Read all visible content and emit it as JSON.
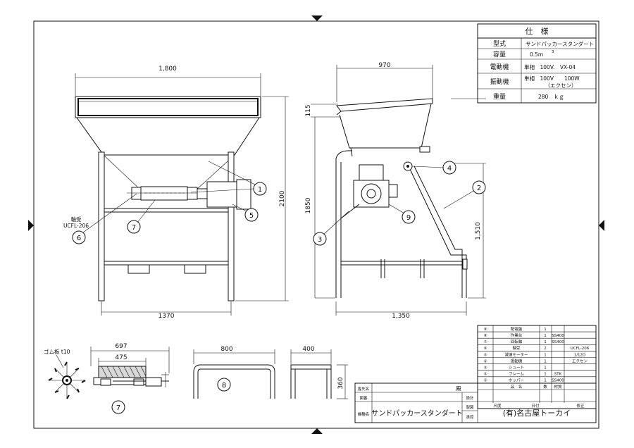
{
  "spec": {
    "heading": "仕　様",
    "rows": [
      {
        "label": "型式",
        "value": "サンドパッカースタンダート"
      },
      {
        "label": "容量",
        "value": "0.5m",
        "sup": "3"
      },
      {
        "label": "電動機",
        "value": "単相　100V.　VX-04"
      },
      {
        "label": "振動機",
        "value": "単相　100V　　100W",
        "value2": "（エクセン）"
      },
      {
        "label": "重量",
        "value": "280　ｋｇ"
      }
    ]
  },
  "dims": {
    "front_width": "1,800",
    "front_height": "2100",
    "front_leg_span": "1370",
    "side_width": "970",
    "side_top": "115",
    "side_height": "1850",
    "side_height2": "1,510",
    "side_base": "1,350",
    "part7_length": "697",
    "part7_inner": "475",
    "part8_width": "800",
    "part8_depth": "400",
    "part8_height": "360"
  },
  "annotations": {
    "bearing": "軸受",
    "bearing_code": "UCFL-206",
    "rubber": "ゴム板 t10"
  },
  "callouts": [
    "1",
    "2",
    "3",
    "4",
    "5",
    "6",
    "7",
    "8",
    "9"
  ],
  "parts": {
    "rows": [
      {
        "no": "⑨",
        "name": "配電盤",
        "qty": "1",
        "mat": "",
        "note": ""
      },
      {
        "no": "⑧",
        "name": "作業台",
        "qty": "1",
        "mat": "SS400",
        "note": ""
      },
      {
        "no": "⑦",
        "name": "回転軸",
        "qty": "1",
        "mat": "SS400",
        "note": ""
      },
      {
        "no": "⑥",
        "name": "軸受",
        "qty": "2",
        "mat": "",
        "note": "UCFL-206"
      },
      {
        "no": "⑤",
        "name": "減速モーター",
        "qty": "1",
        "mat": "",
        "note": "1/12D"
      },
      {
        "no": "④",
        "name": "振動機",
        "qty": "1",
        "mat": "",
        "note": "エクセン"
      },
      {
        "no": "③",
        "name": "シュート",
        "qty": "1",
        "mat": "",
        "note": ""
      },
      {
        "no": "②",
        "name": "フレーム",
        "qty": "1",
        "mat": "STK",
        "note": ""
      },
      {
        "no": "①",
        "name": "ホッパー",
        "qty": "1",
        "mat": "SS400",
        "note": ""
      }
    ],
    "header": {
      "name": "品　名",
      "qty": "数",
      "mat": "材質"
    },
    "footer": {
      "scale": "尺度",
      "date": "日付",
      "revision": "修正"
    }
  },
  "title_block": {
    "customer_label": "客先名",
    "customer_suffix": "殿",
    "drawing_label": "図番",
    "machine_label": "機種名",
    "machine_name": "サンドパッカースタンダート",
    "design": "設計",
    "drafting": "製図",
    "approval": "承認",
    "company": "(有)名古屋トーカイ"
  }
}
